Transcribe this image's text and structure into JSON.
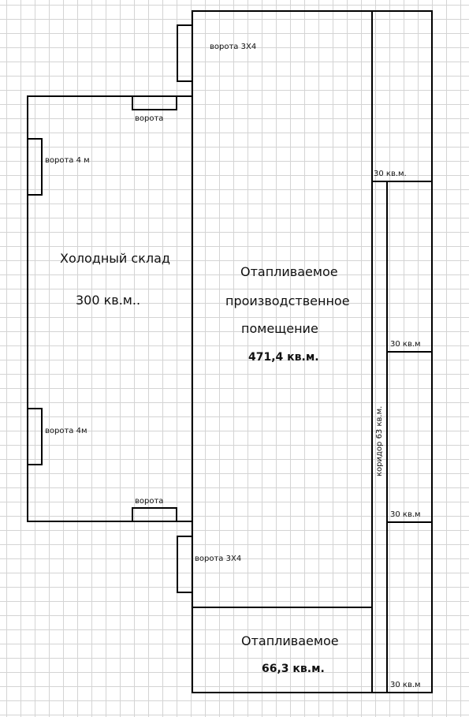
{
  "cold_warehouse": {
    "title": "Холодный склад",
    "area": "300 кв.м..",
    "gate_top": "ворота",
    "gate_left_upper": "ворота 4 м",
    "gate_left_lower": "ворота 4м",
    "gate_bottom": "ворота"
  },
  "heated_production": {
    "line1": "Отапливаемое",
    "line2": "производственное",
    "line3": "помещение",
    "area": "471,4 кв.м.",
    "gate_top": "ворота 3Х4",
    "gate_bottom": "ворота 3Х4"
  },
  "heated_small": {
    "title": "Отапливаемое",
    "area": "66,3 кв.м."
  },
  "corridor": {
    "label": "коридор 63 кв.м."
  },
  "right_rooms": {
    "room1": "30 кв.м.",
    "room2": "30 кв.м",
    "room3": "30 кв.м",
    "room4": "30 кв.м"
  }
}
